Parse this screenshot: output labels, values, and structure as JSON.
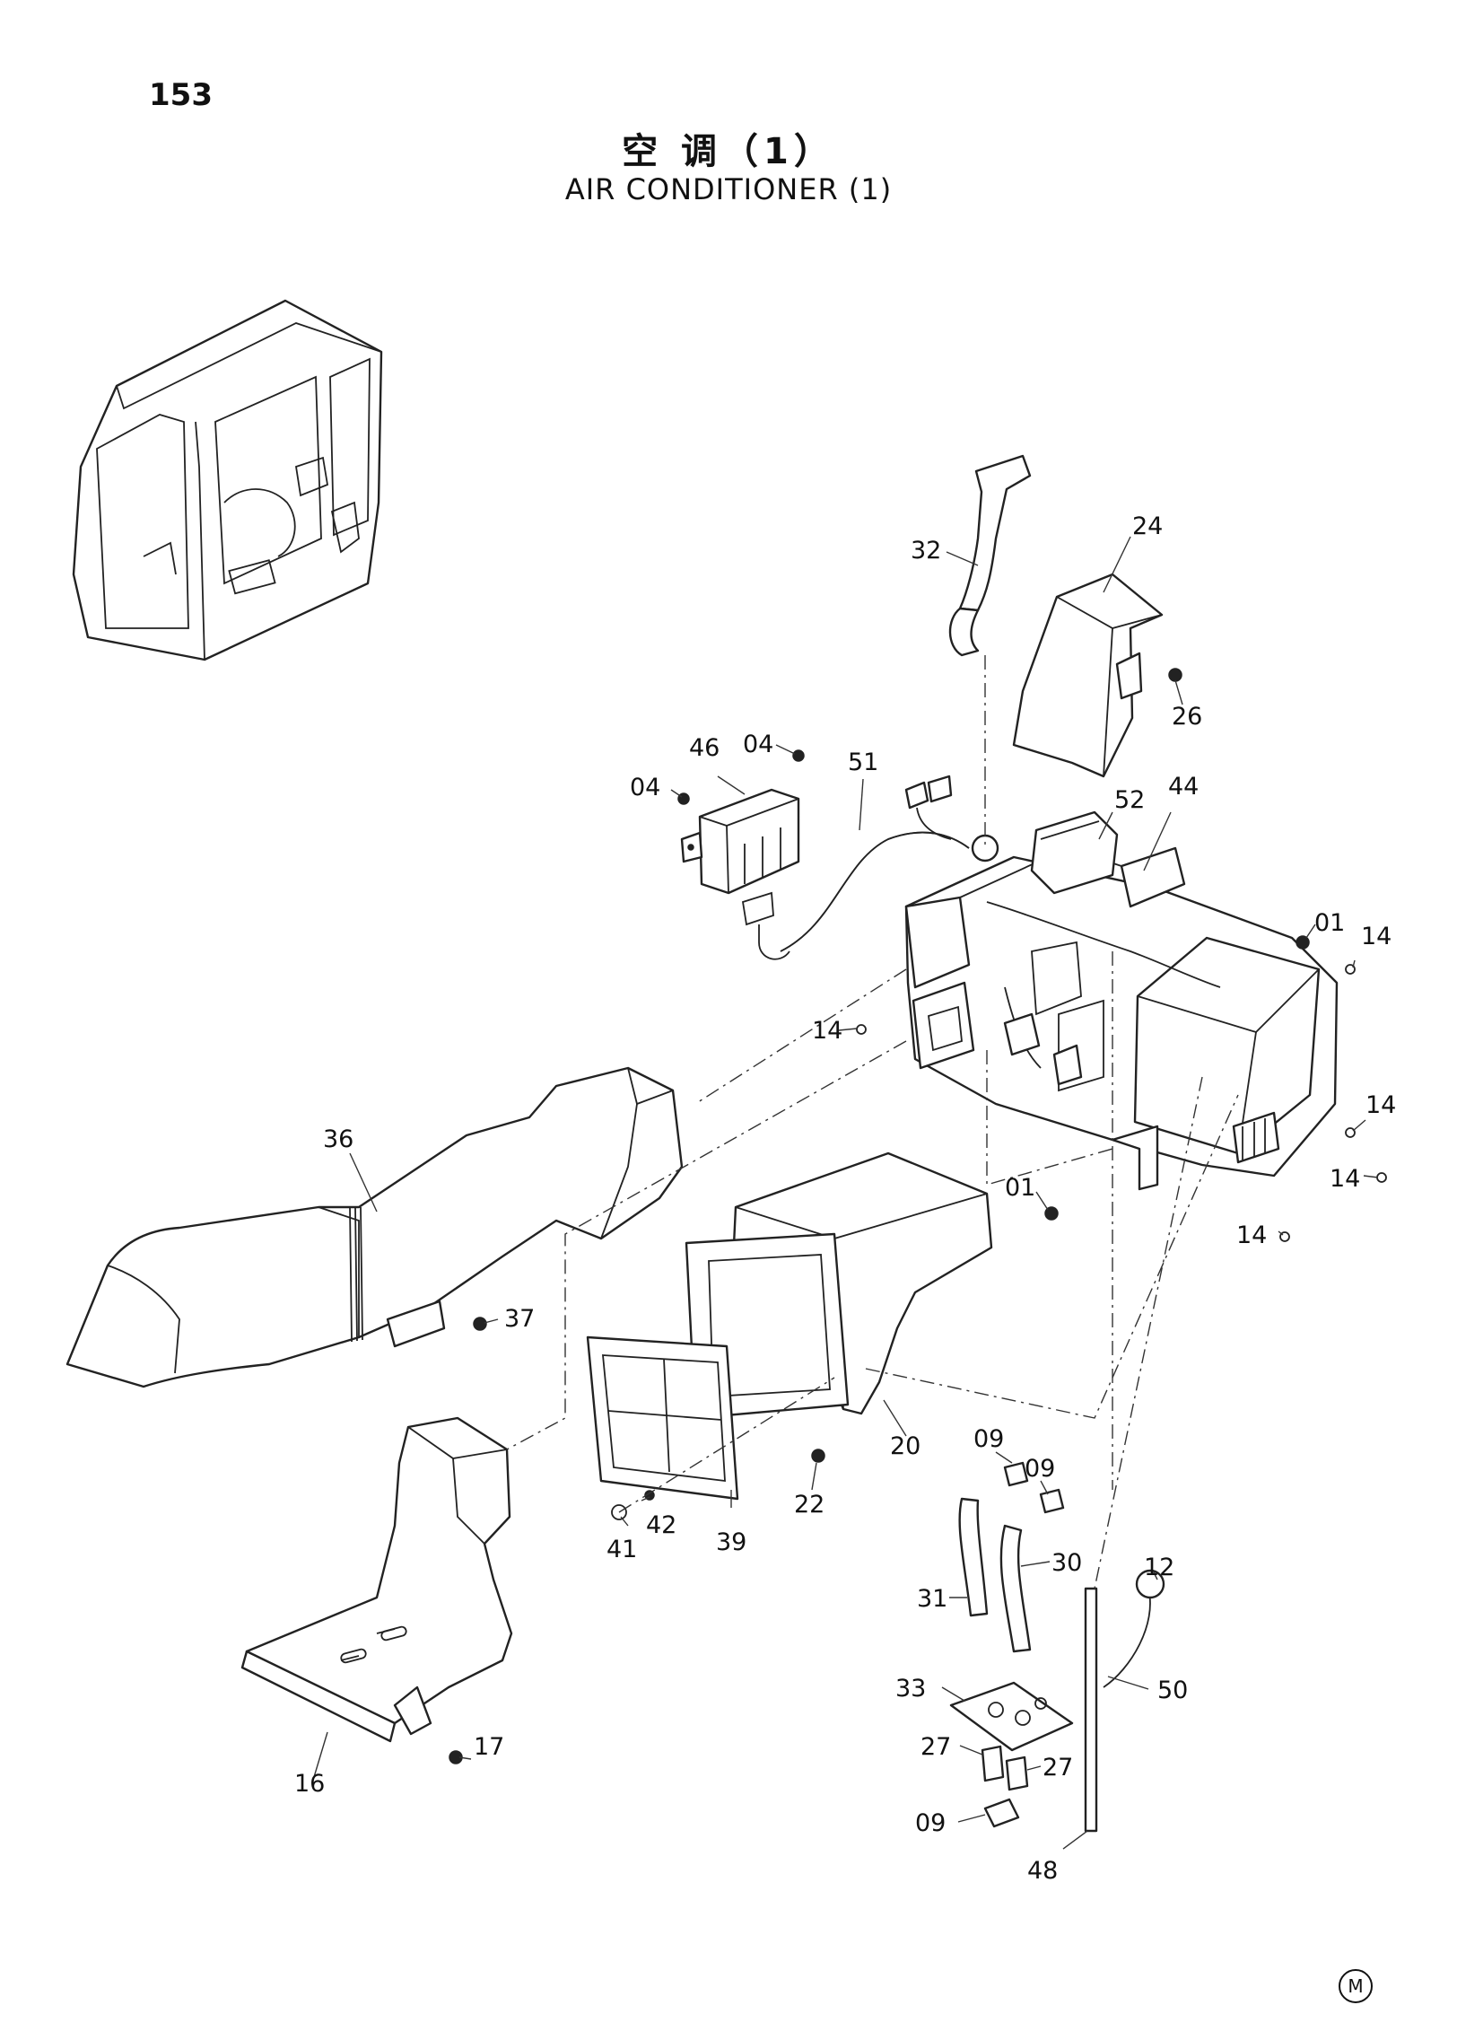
{
  "page_number": "153",
  "title_cn": "空 调（1）",
  "title_en": "AIR CONDITIONER (1)",
  "footer_mark": "M",
  "callouts": [
    {
      "id": "c01a",
      "label": "01"
    },
    {
      "id": "c01b",
      "label": "01"
    },
    {
      "id": "c04a",
      "label": "04"
    },
    {
      "id": "c04b",
      "label": "04"
    },
    {
      "id": "c09a",
      "label": "09"
    },
    {
      "id": "c09b",
      "label": "09"
    },
    {
      "id": "c09c",
      "label": "09"
    },
    {
      "id": "c12",
      "label": "12"
    },
    {
      "id": "c14a",
      "label": "14"
    },
    {
      "id": "c14b",
      "label": "14"
    },
    {
      "id": "c14c",
      "label": "14"
    },
    {
      "id": "c14d",
      "label": "14"
    },
    {
      "id": "c14e",
      "label": "14"
    },
    {
      "id": "c16",
      "label": "16"
    },
    {
      "id": "c17",
      "label": "17"
    },
    {
      "id": "c20",
      "label": "20"
    },
    {
      "id": "c22",
      "label": "22"
    },
    {
      "id": "c24",
      "label": "24"
    },
    {
      "id": "c26",
      "label": "26"
    },
    {
      "id": "c27a",
      "label": "27"
    },
    {
      "id": "c27b",
      "label": "27"
    },
    {
      "id": "c30",
      "label": "30"
    },
    {
      "id": "c31",
      "label": "31"
    },
    {
      "id": "c32",
      "label": "32"
    },
    {
      "id": "c33",
      "label": "33"
    },
    {
      "id": "c36",
      "label": "36"
    },
    {
      "id": "c37",
      "label": "37"
    },
    {
      "id": "c39",
      "label": "39"
    },
    {
      "id": "c41",
      "label": "41"
    },
    {
      "id": "c42",
      "label": "42"
    },
    {
      "id": "c44",
      "label": "44"
    },
    {
      "id": "c46",
      "label": "46"
    },
    {
      "id": "c48",
      "label": "48"
    },
    {
      "id": "c50",
      "label": "50"
    },
    {
      "id": "c51",
      "label": "51"
    },
    {
      "id": "c52",
      "label": "52"
    }
  ]
}
